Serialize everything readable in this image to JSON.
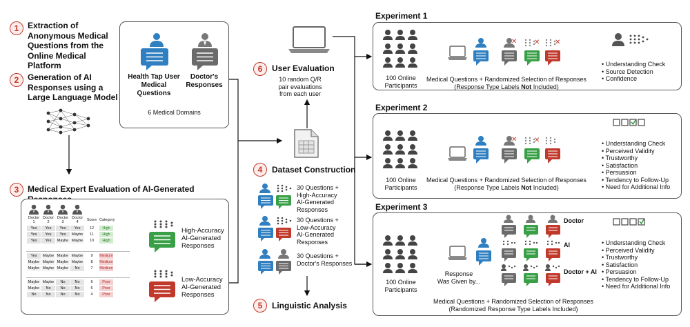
{
  "steps": {
    "s1": {
      "num": "1",
      "text": [
        "Extraction of",
        "Anonymous Medical",
        "Questions from the",
        "Online Medical Platform"
      ]
    },
    "s2": {
      "num": "2",
      "text": [
        "Generation of AI",
        "Responses using a",
        "Large Language Model"
      ]
    },
    "s3": {
      "num": "3",
      "text": [
        "Medical Expert Evaluation of AI-Generated Responses"
      ]
    },
    "s4": {
      "num": "4",
      "text": [
        "Dataset Construction"
      ]
    },
    "s5": {
      "num": "5",
      "text": [
        "Linguistic Analysis"
      ]
    },
    "s6": {
      "num": "6",
      "text": [
        "User Evaluation"
      ]
    }
  },
  "source_box": {
    "user_label": [
      "Health Tap User",
      "Medical Questions"
    ],
    "doctor_label": [
      "Doctor's",
      "Responses"
    ],
    "domains": "6 Medical Domains"
  },
  "user_eval_note": [
    "10 random Q/R",
    "pair evaluations",
    "from each user"
  ],
  "dataset": [
    [
      "30 Questions +",
      "High-Accuracy",
      "AI-Generated",
      "Responses"
    ],
    [
      "30 Questions +",
      "Low-Accuracy",
      "AI-Generated",
      "Responses"
    ],
    [
      "30 Questions +",
      "Doctor's Responses"
    ]
  ],
  "matrix": {
    "headers": [
      "Doctor 1",
      "Doctor 2",
      "Doctor 3",
      "Doctor 4",
      "Score",
      "Category"
    ],
    "rows": [
      [
        "Yes",
        "Yes",
        "Yes",
        "Yes",
        "12",
        "High"
      ],
      [
        "Yes",
        "Yes",
        "Yes",
        "Maybe",
        "11",
        "High"
      ],
      [
        "Yes",
        "Yes",
        "Maybe",
        "Maybe",
        "10",
        "High"
      ],
      [
        "Yes",
        "Maybe",
        "Maybe",
        "Maybe",
        "9",
        "Medium"
      ],
      [
        "Maybe",
        "Maybe",
        "Maybe",
        "Maybe",
        "8",
        "Medium"
      ],
      [
        "Maybe",
        "Maybe",
        "Maybe",
        "No",
        "7",
        "Medium"
      ],
      [
        "Maybe",
        "Maybe",
        "No",
        "No",
        "6",
        "Poor"
      ],
      [
        "Maybe",
        "No",
        "No",
        "No",
        "5",
        "Poor"
      ],
      [
        "No",
        "No",
        "No",
        "No",
        "4",
        "Poor"
      ]
    ],
    "high_label": [
      "High-Accuracy",
      "AI-Generated",
      "Responses"
    ],
    "low_label": [
      "Low-Accuracy",
      "AI-Generated",
      "Responses"
    ]
  },
  "experiments": [
    {
      "title": "Experiment 1",
      "participants": [
        "100 Online",
        "Participants"
      ],
      "caption_line1": "Medical Questions + Randomized Selection of Responses",
      "caption_line2_pre": "(Response Type Labels ",
      "caption_line2_bold": "Not",
      "caption_line2_post": " Included)",
      "outcomes": [
        "Understanding Check",
        "Source Detection",
        "Confidence"
      ]
    },
    {
      "title": "Experiment 2",
      "participants": [
        "100 Online",
        "Participants"
      ],
      "caption_line1": "Medical Questions + Randomized Selection of Responses",
      "caption_line2_pre": "(Response Type Labels ",
      "caption_line2_bold": "Not",
      "caption_line2_post": " Included)",
      "outcomes": [
        "Understanding Check",
        "Perceived Validity",
        "Trustworthy",
        "Satisfaction",
        "Persuasion",
        "Tendency to Follow-Up",
        "Need for Additional Info"
      ]
    },
    {
      "title": "Experiment 3",
      "participants": [
        "100 Online",
        "Participants"
      ],
      "given_by": [
        "Response",
        "Was Given by..."
      ],
      "labels": {
        "doctor": "Doctor",
        "ai": "AI",
        "doctor_ai": "Doctor + AI"
      },
      "caption_line1": "Medical Questions + Randomized Selection of Responses",
      "caption_line2": "(Randomized Response Type Labels Included)",
      "outcomes": [
        "Understanding Check",
        "Perceived Validity",
        "Trustworthy",
        "Satisfaction",
        "Persuasion",
        "Tendency to Follow-Up",
        "Need for Additional Info"
      ]
    }
  ],
  "colors": {
    "blue": "#2f7fc1",
    "green": "#3aa047",
    "red": "#c0392b",
    "gray": "#6b6b6b",
    "dark": "#444444",
    "accent": "#c0392b"
  }
}
